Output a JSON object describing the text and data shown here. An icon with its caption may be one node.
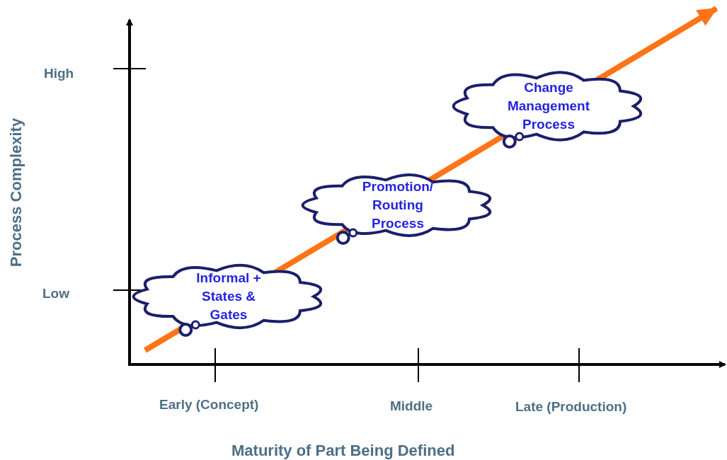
{
  "diagram": {
    "nodes": [
      {
        "text": [
          "Informal + States & Gates"
        ]
      },
      {
        "text": [
          "Promotion/ Routing Process"
        ]
      },
      {
        "text": [
          "Change Management Process"
        ]
      }
    ],
    "labels": [
      "High",
      "Low",
      "Early (Concept)",
      "Middle",
      "Late (Production)",
      "Process Complexity",
      "Maturity of Part Being Defined"
    ]
  }
}
